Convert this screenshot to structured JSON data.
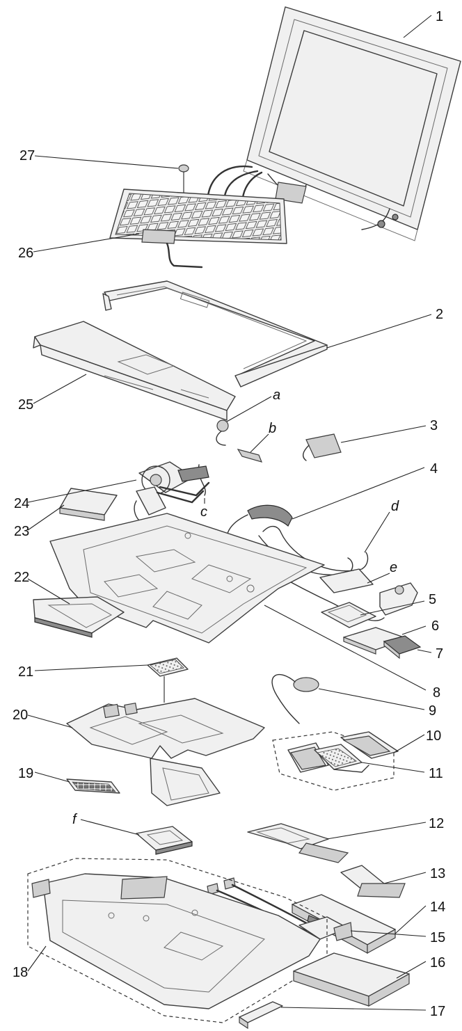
{
  "callouts": {
    "c1": "1",
    "c2": "2",
    "c3": "3",
    "c4": "4",
    "c5": "5",
    "c6": "6",
    "c7": "7",
    "c8": "8",
    "c9": "9",
    "c10": "10",
    "c11": "11",
    "c12": "12",
    "c13": "13",
    "c14": "14",
    "c15": "15",
    "c16": "16",
    "c17": "17",
    "c18": "18",
    "c19": "19",
    "c20": "20",
    "c21": "21",
    "c22": "22",
    "c23": "23",
    "c24": "24",
    "c25": "25",
    "c26": "26",
    "c27": "27"
  },
  "letters": {
    "a": "a",
    "b": "b",
    "c": "c",
    "d": "d",
    "e": "e",
    "f": "f"
  }
}
